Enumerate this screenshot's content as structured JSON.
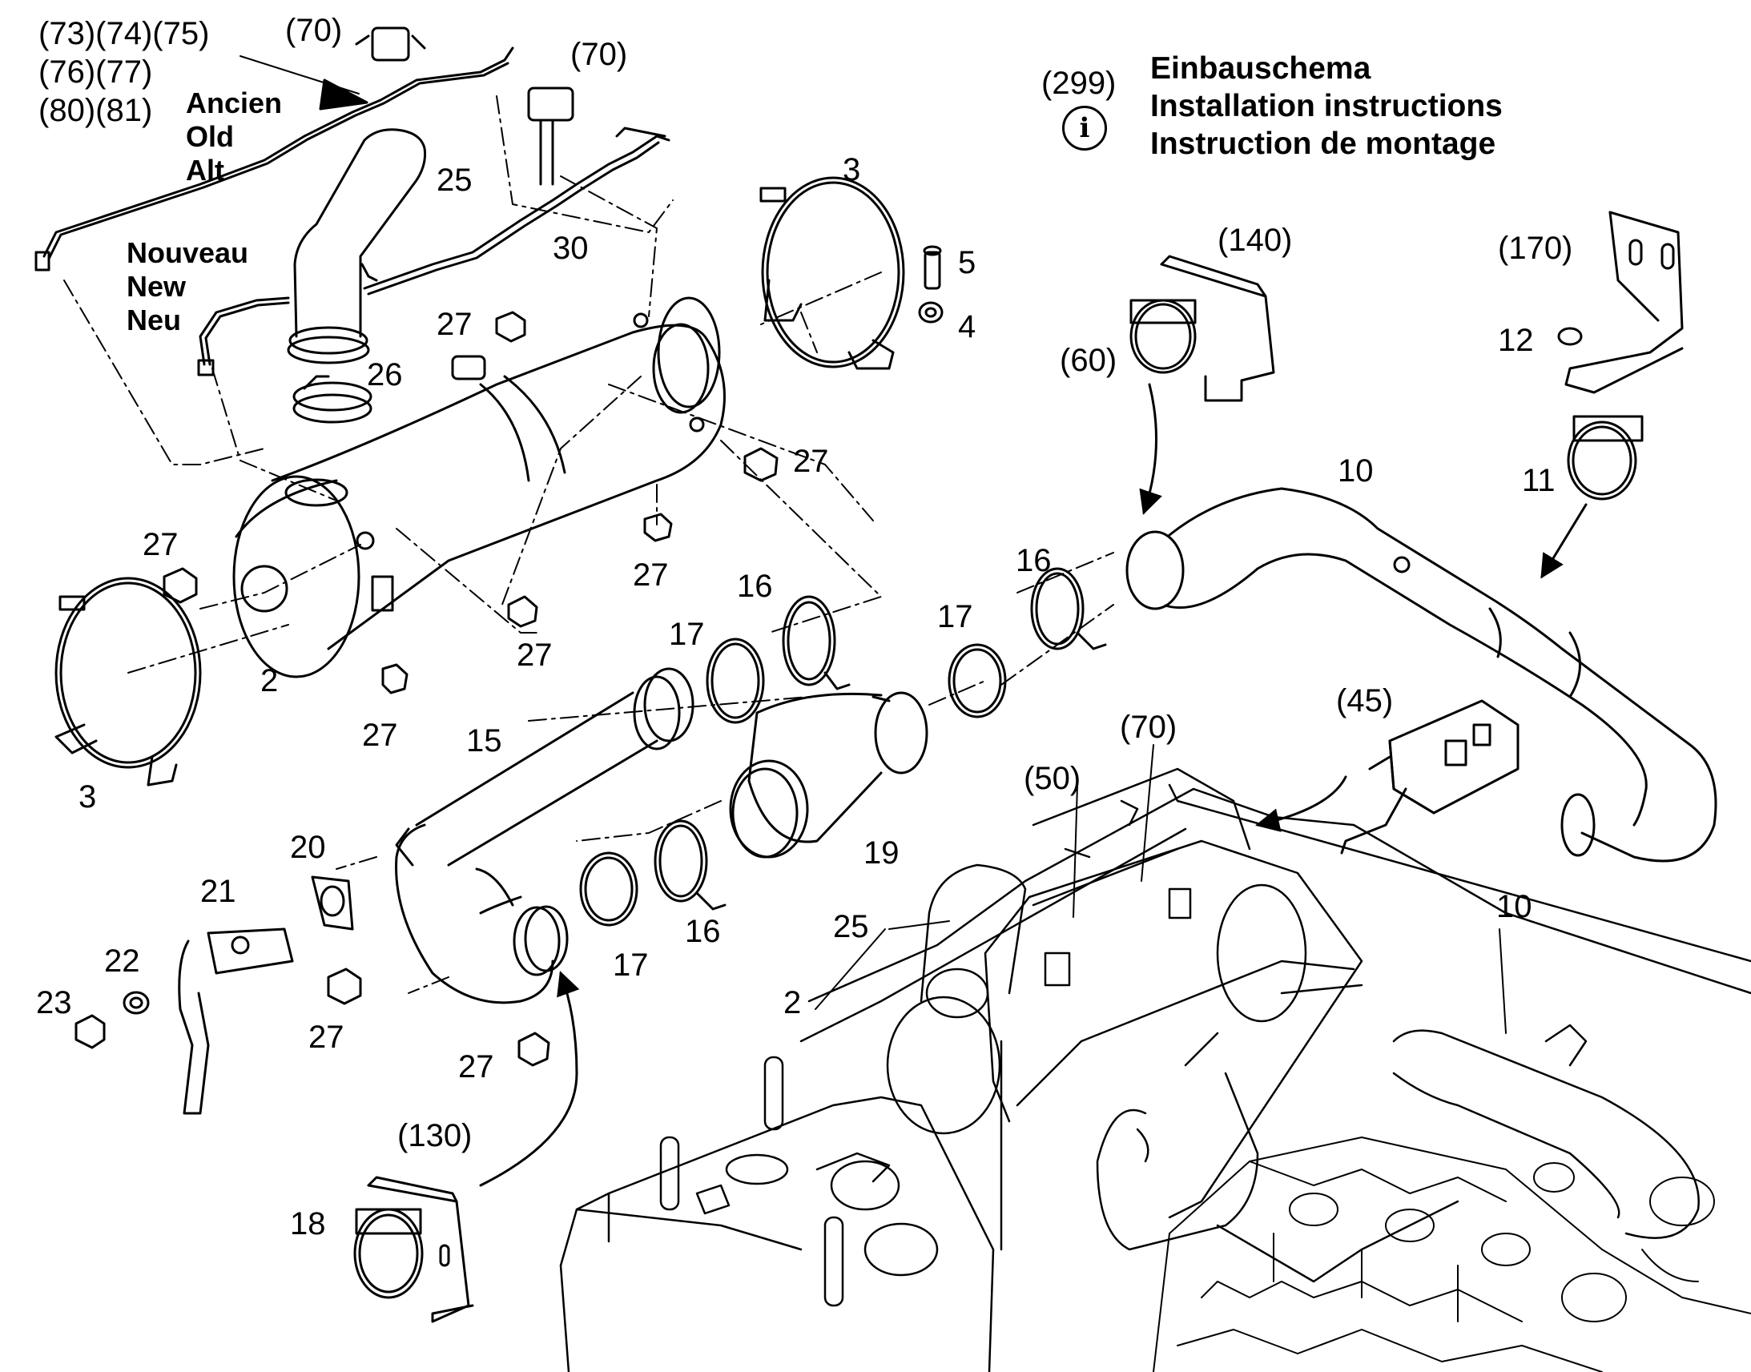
{
  "legend": {
    "ref": "(299)",
    "icon": "info-icon",
    "lines": [
      "Einbauschema",
      "Installation instructions",
      "Instruction de montage"
    ]
  },
  "notes": {
    "old": [
      "Ancien",
      "Old",
      "Alt"
    ],
    "new": [
      "Nouveau",
      "New",
      "Neu"
    ]
  },
  "callouts": {
    "kit_old_1": "(73)(74)(75)",
    "kit_old_2": "(76)(77)",
    "kit_old_3": "(80)(81)",
    "p70_a": "(70)",
    "p70_b": "(70)",
    "p70_c": "(70)",
    "p25_top": "25",
    "p30": "30",
    "p3_top": "3",
    "p5": "5",
    "p4": "4",
    "p140": "(140)",
    "p170": "(170)",
    "p60": "(60)",
    "p12": "12",
    "p27_a": "27",
    "p26": "26",
    "p27_b": "27",
    "p10_top": "10",
    "p11": "11",
    "p27_c": "27",
    "p27_d": "27",
    "p16_a": "16",
    "p16_b": "16",
    "p17_a": "17",
    "p17_b": "17",
    "p27_e": "27",
    "p2_left": "2",
    "p27_f": "27",
    "p15": "15",
    "p3_bottom": "3",
    "p45": "(45)",
    "p50": "(50)",
    "p20": "20",
    "p21": "21",
    "p19": "19",
    "p25_bottom": "25",
    "p10_bottom": "10",
    "p22": "22",
    "p23": "23",
    "p16_c": "16",
    "p17_c": "17",
    "p27_g": "27",
    "p2_bottom": "2",
    "p27_h": "27",
    "p130": "(130)",
    "p18": "18"
  }
}
